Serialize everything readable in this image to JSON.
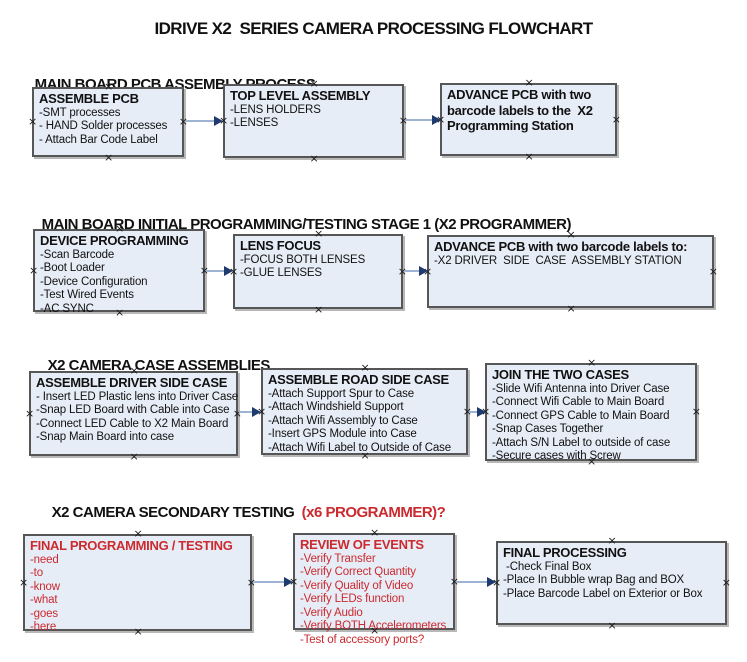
{
  "page": {
    "title": "IDRIVE X2  SERIES CAMERA PROCESSING FLOWCHART"
  },
  "colors": {
    "red": "#cb2a2e",
    "box_fill": "#e7edf7",
    "box_border": "#565656",
    "arrow_line": "#9db3d4",
    "arrow_head": "#1f3a6e"
  },
  "icons": {
    "connection_handle": "×"
  },
  "sections": [
    {
      "heading": {
        "text": "MAIN BOARD PCB ASSEMBLY PROCESS",
        "red_text": ""
      },
      "boxes": [
        {
          "title": "ASSEMBLE PCB",
          "items": [
            "-SMT processes",
            "- HAND Solder processes",
            "- Attach Bar Code Label"
          ]
        },
        {
          "title": "TOP LEVEL ASSEMBLY",
          "items": [
            "-LENS HOLDERS",
            "-LENSES"
          ]
        },
        {
          "title": "ADVANCE PCB with two barcode labels to the  X2 Programming Station",
          "items": []
        }
      ]
    },
    {
      "heading": {
        "text": "MAIN BOARD INITIAL PROGRAMMING/TESTING STAGE 1 (X2 PROGRAMMER)",
        "red_text": ""
      },
      "boxes": [
        {
          "title": "DEVICE PROGRAMMING",
          "items": [
            "-Scan Barcode",
            "-Boot Loader",
            "-Device Configuration",
            "-Test Wired Events",
            "-AC SYNC"
          ]
        },
        {
          "title": "LENS FOCUS",
          "items": [
            "-FOCUS BOTH LENSES",
            "-GLUE LENSES"
          ]
        },
        {
          "title": "ADVANCE PCB with two barcode labels to:",
          "items": [
            "-X2 DRIVER  SIDE  CASE  ASSEMBLY STATION"
          ]
        }
      ]
    },
    {
      "heading": {
        "text": "X2 CAMERA CASE ASSEMBLIES",
        "red_text": ""
      },
      "boxes": [
        {
          "title": "ASSEMBLE DRIVER SIDE CASE",
          "items": [
            "- Insert LED Plastic lens into Driver Case",
            "-Snap LED Board with Cable into Case",
            "-Connect LED Cable to X2 Main Board",
            "-Snap Main Board into case"
          ]
        },
        {
          "title": "ASSEMBLE ROAD SIDE CASE",
          "items": [
            "-Attach Support Spur to Case",
            "-Attach Windshield Support",
            "-Attach Wifi Assembly to Case",
            "-Insert GPS Module into Case",
            "-Attach Wifi Label to Outside of Case"
          ]
        },
        {
          "title": "JOIN THE TWO CASES",
          "items": [
            "-Slide Wifi Antenna into Driver Case",
            "-Connect Wifi Cable to Main Board",
            "-Connect GPS Cable to Main Board",
            "-Snap Cases Together",
            "-Attach S/N Label to outside of case",
            "-Secure cases with Screw"
          ]
        }
      ]
    },
    {
      "heading": {
        "text": "X2 CAMERA SECONDARY TESTING  ",
        "red_text": "(x6 PROGRAMMER)?"
      },
      "boxes": [
        {
          "title": "FINAL PROGRAMMING / TESTING",
          "items": [
            "-need",
            "-to",
            "-know",
            "-what",
            "-goes",
            "-here"
          ]
        },
        {
          "title": "REVIEW OF EVENTS",
          "items": [
            "-Verify Transfer",
            "-Verify Correct Quantity",
            "-Verify Quality of Video",
            "-Verify LEDs function",
            "-Verify Audio",
            "-Verify BOTH Accelerometers",
            "-Test of accessory ports?"
          ]
        },
        {
          "title": "FINAL PROCESSING",
          "items": [
            " -Check Final Box",
            "-Place In Bubble wrap Bag and BOX",
            "-Place Barcode Label on Exterior or Box"
          ]
        }
      ]
    }
  ]
}
